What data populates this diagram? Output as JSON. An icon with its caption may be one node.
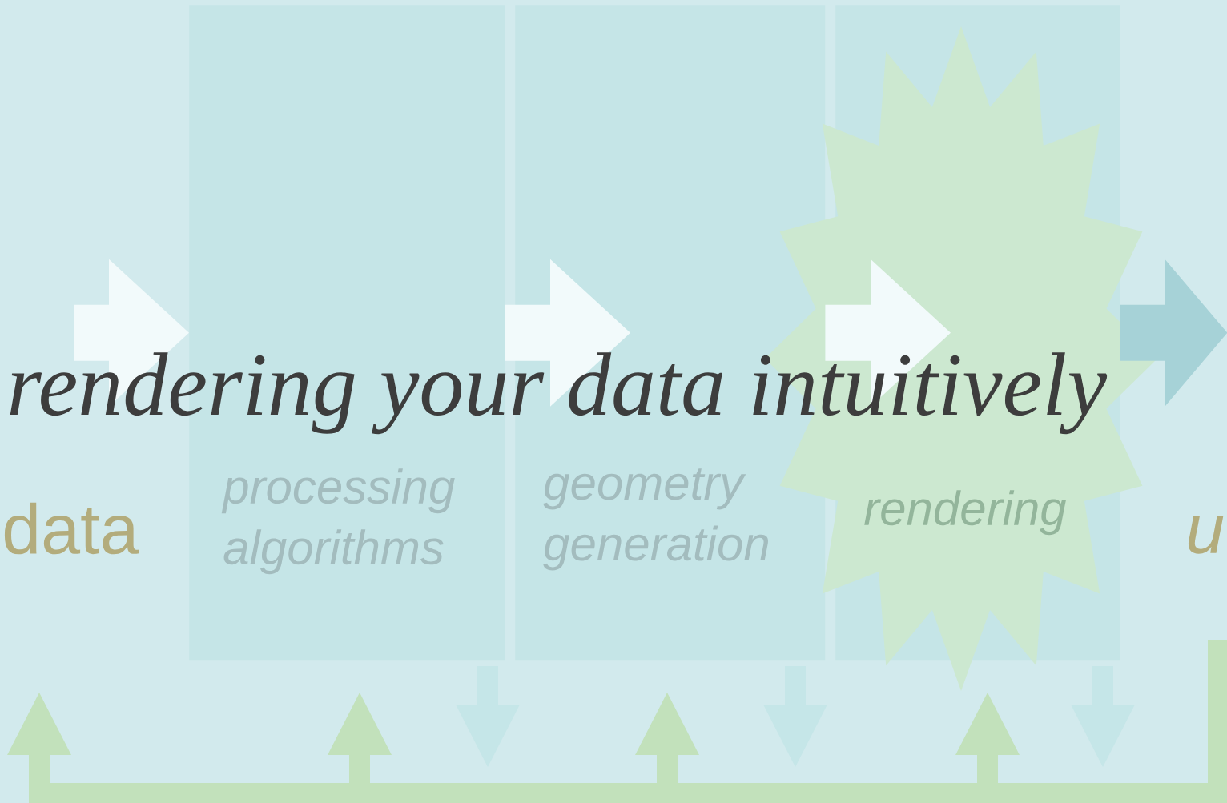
{
  "diagram": {
    "title": "rendering your data intuitively",
    "nodes": [
      {
        "text": [
          "data"
        ]
      },
      {
        "text": [
          "processing algorithms"
        ]
      },
      {
        "text": [
          "geometry generation"
        ]
      },
      {
        "text": [
          "rendering"
        ]
      },
      {
        "text": [
          "u"
        ]
      }
    ],
    "edges": [
      {
        "from": null,
        "to": 1,
        "arrow": "to"
      },
      {
        "from": 1,
        "to": 2,
        "arrow": "to"
      },
      {
        "from": 2,
        "to": 3,
        "arrow": "to"
      },
      {
        "from": 3,
        "to": null,
        "arrow": "to",
        "color": "#a6d2d7"
      }
    ]
  }
}
